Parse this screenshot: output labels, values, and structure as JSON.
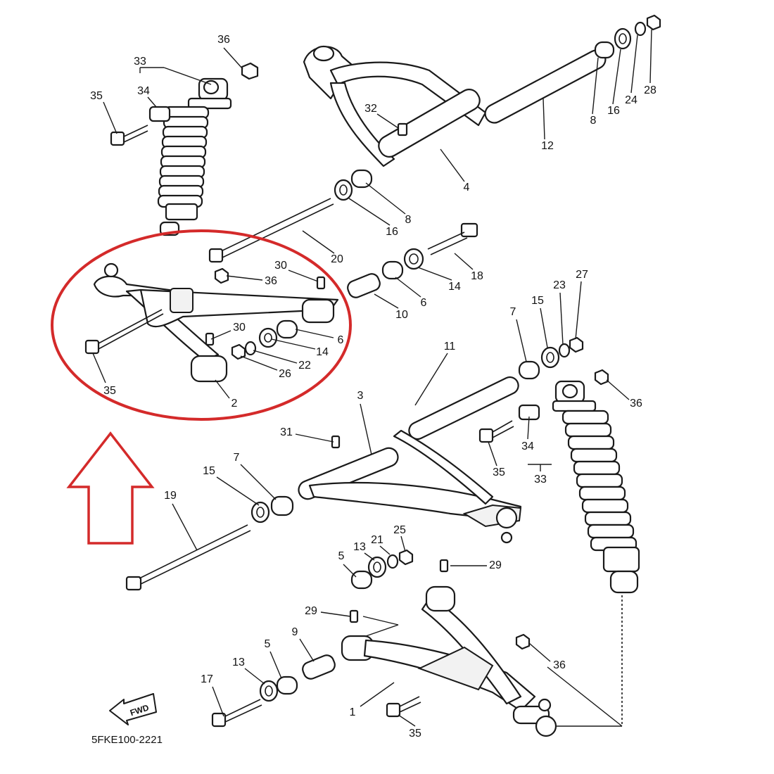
{
  "diagram": {
    "drawing_code": "5FKE100-2221",
    "fwd_label": "FWD",
    "highlight_color": "#d42a2a",
    "line_color": "#1a1a1a",
    "callouts": [
      {
        "id": "c36a",
        "label": "36"
      },
      {
        "id": "c33a",
        "label": "33"
      },
      {
        "id": "c35a",
        "label": "35"
      },
      {
        "id": "c34a",
        "label": "34"
      },
      {
        "id": "c32",
        "label": "32"
      },
      {
        "id": "c8a",
        "label": "8"
      },
      {
        "id": "c16a",
        "label": "16"
      },
      {
        "id": "c24",
        "label": "24"
      },
      {
        "id": "c28",
        "label": "28"
      },
      {
        "id": "c12",
        "label": "12"
      },
      {
        "id": "c4",
        "label": "4"
      },
      {
        "id": "c8b",
        "label": "8"
      },
      {
        "id": "c16b",
        "label": "16"
      },
      {
        "id": "c20",
        "label": "20"
      },
      {
        "id": "c18",
        "label": "18"
      },
      {
        "id": "c14a",
        "label": "14"
      },
      {
        "id": "c6a",
        "label": "6"
      },
      {
        "id": "c10",
        "label": "10"
      },
      {
        "id": "c30a",
        "label": "30"
      },
      {
        "id": "c36b",
        "label": "36"
      },
      {
        "id": "c30b",
        "label": "30"
      },
      {
        "id": "c14b",
        "label": "14"
      },
      {
        "id": "c6b",
        "label": "6"
      },
      {
        "id": "c22",
        "label": "22"
      },
      {
        "id": "c26",
        "label": "26"
      },
      {
        "id": "c35b",
        "label": "35"
      },
      {
        "id": "c2",
        "label": "2"
      },
      {
        "id": "c7a",
        "label": "7"
      },
      {
        "id": "c15a",
        "label": "15"
      },
      {
        "id": "c23",
        "label": "23"
      },
      {
        "id": "c27",
        "label": "27"
      },
      {
        "id": "c11",
        "label": "11"
      },
      {
        "id": "c36c",
        "label": "36"
      },
      {
        "id": "c3",
        "label": "3"
      },
      {
        "id": "c31",
        "label": "31"
      },
      {
        "id": "c34b",
        "label": "34"
      },
      {
        "id": "c35c",
        "label": "35"
      },
      {
        "id": "c33b",
        "label": "33"
      },
      {
        "id": "c15b",
        "label": "15"
      },
      {
        "id": "c7b",
        "label": "7"
      },
      {
        "id": "c19",
        "label": "19"
      },
      {
        "id": "c13a",
        "label": "13"
      },
      {
        "id": "c21",
        "label": "21"
      },
      {
        "id": "c25",
        "label": "25"
      },
      {
        "id": "c5a",
        "label": "5"
      },
      {
        "id": "c29a",
        "label": "29"
      },
      {
        "id": "c29b",
        "label": "29"
      },
      {
        "id": "c9",
        "label": "9"
      },
      {
        "id": "c5b",
        "label": "5"
      },
      {
        "id": "c13b",
        "label": "13"
      },
      {
        "id": "c17",
        "label": "17"
      },
      {
        "id": "c36d",
        "label": "36"
      },
      {
        "id": "c1",
        "label": "1"
      },
      {
        "id": "c35d",
        "label": "35"
      }
    ]
  }
}
